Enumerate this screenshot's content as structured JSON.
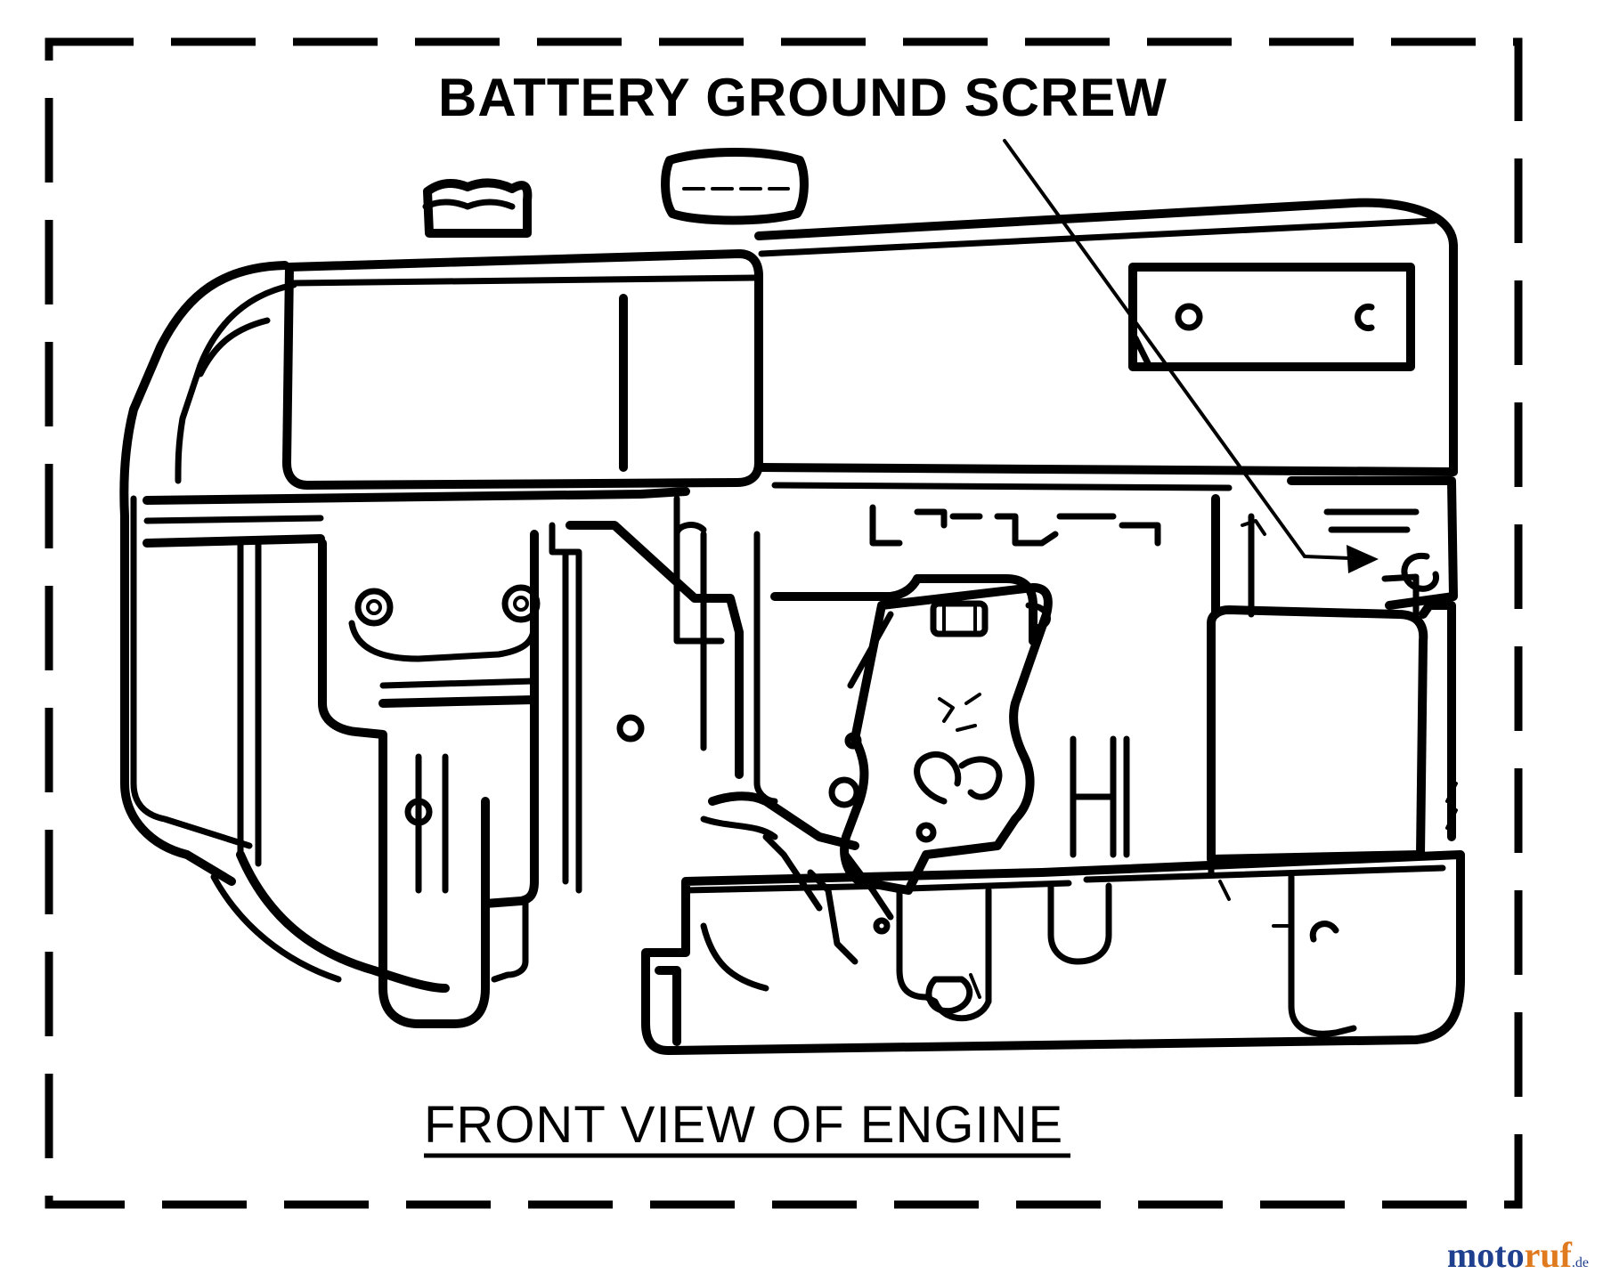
{
  "diagram": {
    "callout_label": "BATTERY GROUND SCREW",
    "caption": "FRONT VIEW OF ENGINE"
  },
  "watermark": {
    "brand_main": "moto",
    "brand_accent": "ruf",
    "brand_tld": ".de"
  },
  "colors": {
    "line": "#000000",
    "background": "#ffffff",
    "watermark_blue": "#1f3f8f",
    "watermark_orange": "#e07a1f"
  }
}
